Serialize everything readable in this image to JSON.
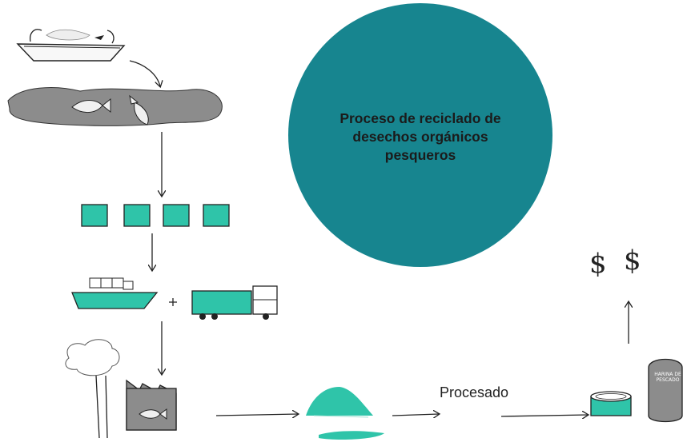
{
  "title": "Proceso de reciclado de desechos orgánicos pesqueros",
  "step_label": "Procesado",
  "product_label": "HARINA DE PESCADO",
  "currency_symbols": [
    "$",
    "$"
  ],
  "colors": {
    "accent": "#17858f",
    "teal_fill": "#2fc4a9",
    "ink": "#222222",
    "gray_fill": "#8c8c8c"
  }
}
